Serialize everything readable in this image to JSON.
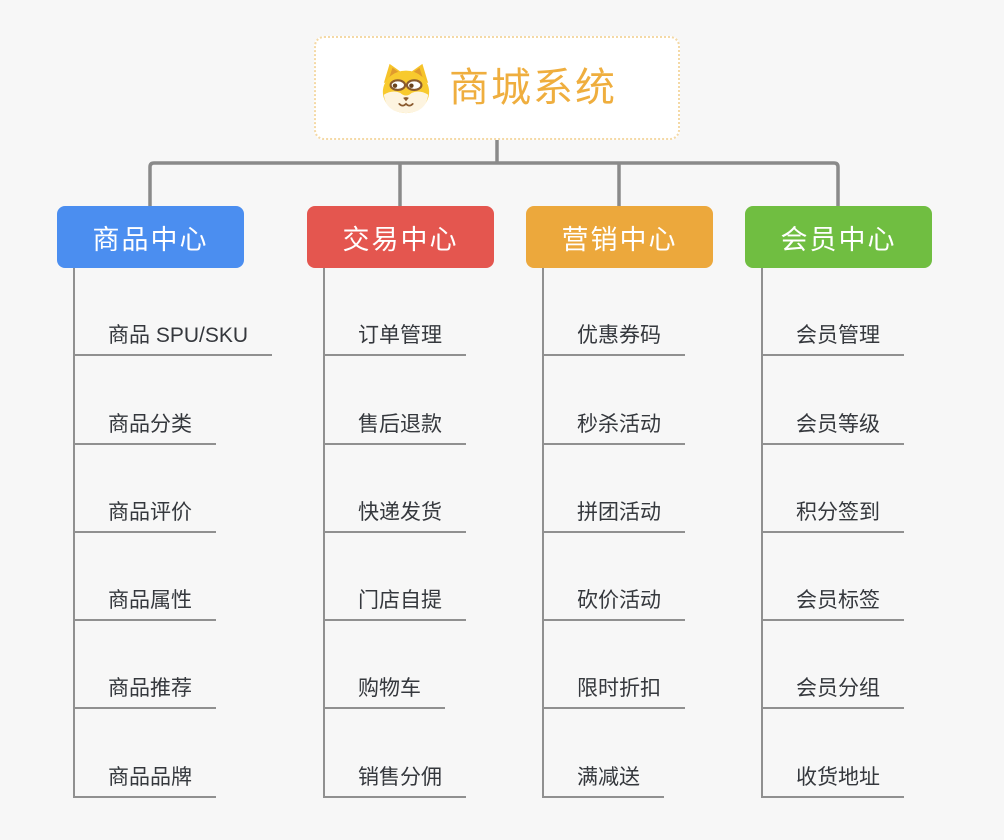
{
  "root": {
    "title": "商城系统",
    "icon": "shiba-dog-icon"
  },
  "branches": [
    {
      "label": "商品中心",
      "color": "#4b8ef0",
      "children": [
        "商品 SPU/SKU",
        "商品分类",
        "商品评价",
        "商品属性",
        "商品推荐",
        "商品品牌"
      ]
    },
    {
      "label": "交易中心",
      "color": "#e4564f",
      "children": [
        "订单管理",
        "售后退款",
        "快递发货",
        "门店自提",
        "购物车",
        "销售分佣"
      ]
    },
    {
      "label": "营销中心",
      "color": "#eca83c",
      "children": [
        "优惠券码",
        "秒杀活动",
        "拼团活动",
        "砍价活动",
        "限时折扣",
        "满减送"
      ]
    },
    {
      "label": "会员中心",
      "color": "#70be41",
      "children": [
        "会员管理",
        "会员等级",
        "积分签到",
        "会员标签",
        "会员分组",
        "收货地址"
      ]
    }
  ],
  "colors": {
    "background": "#f7f7f7",
    "connector": "#8a8a8a",
    "underline": "#909090",
    "root_text": "#efae3e",
    "root_border": "#f4d9a6",
    "child_text": "#35383d"
  }
}
